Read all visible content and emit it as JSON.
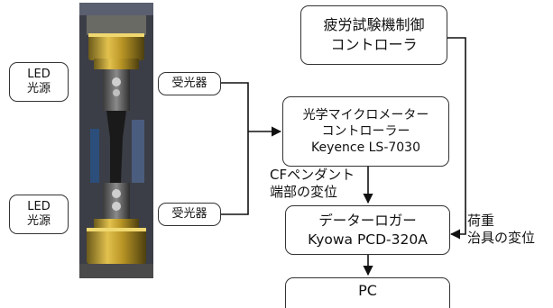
{
  "led_upper": {
    "line1": "LED",
    "line2": "光源"
  },
  "led_lower": {
    "line1": "LED",
    "line2": "光源"
  },
  "receiver_upper": "受光器",
  "receiver_lower": "受光器",
  "fatigue_controller": {
    "line1": "疲労試験機制御",
    "line2": "コントローラ"
  },
  "micrometer_controller": {
    "line1": "光学マイクロメーター",
    "line2": "コントローラー",
    "line3": "Keyence LS-7030"
  },
  "cf_label": {
    "line1": "CFペンダント",
    "line2": "端部の変位"
  },
  "data_logger": {
    "line1": "データーロガー",
    "line2": "Kyowa PCD-320A"
  },
  "load_label": {
    "line1": "荷重",
    "line2": "治具の変位"
  },
  "pc": "PC"
}
